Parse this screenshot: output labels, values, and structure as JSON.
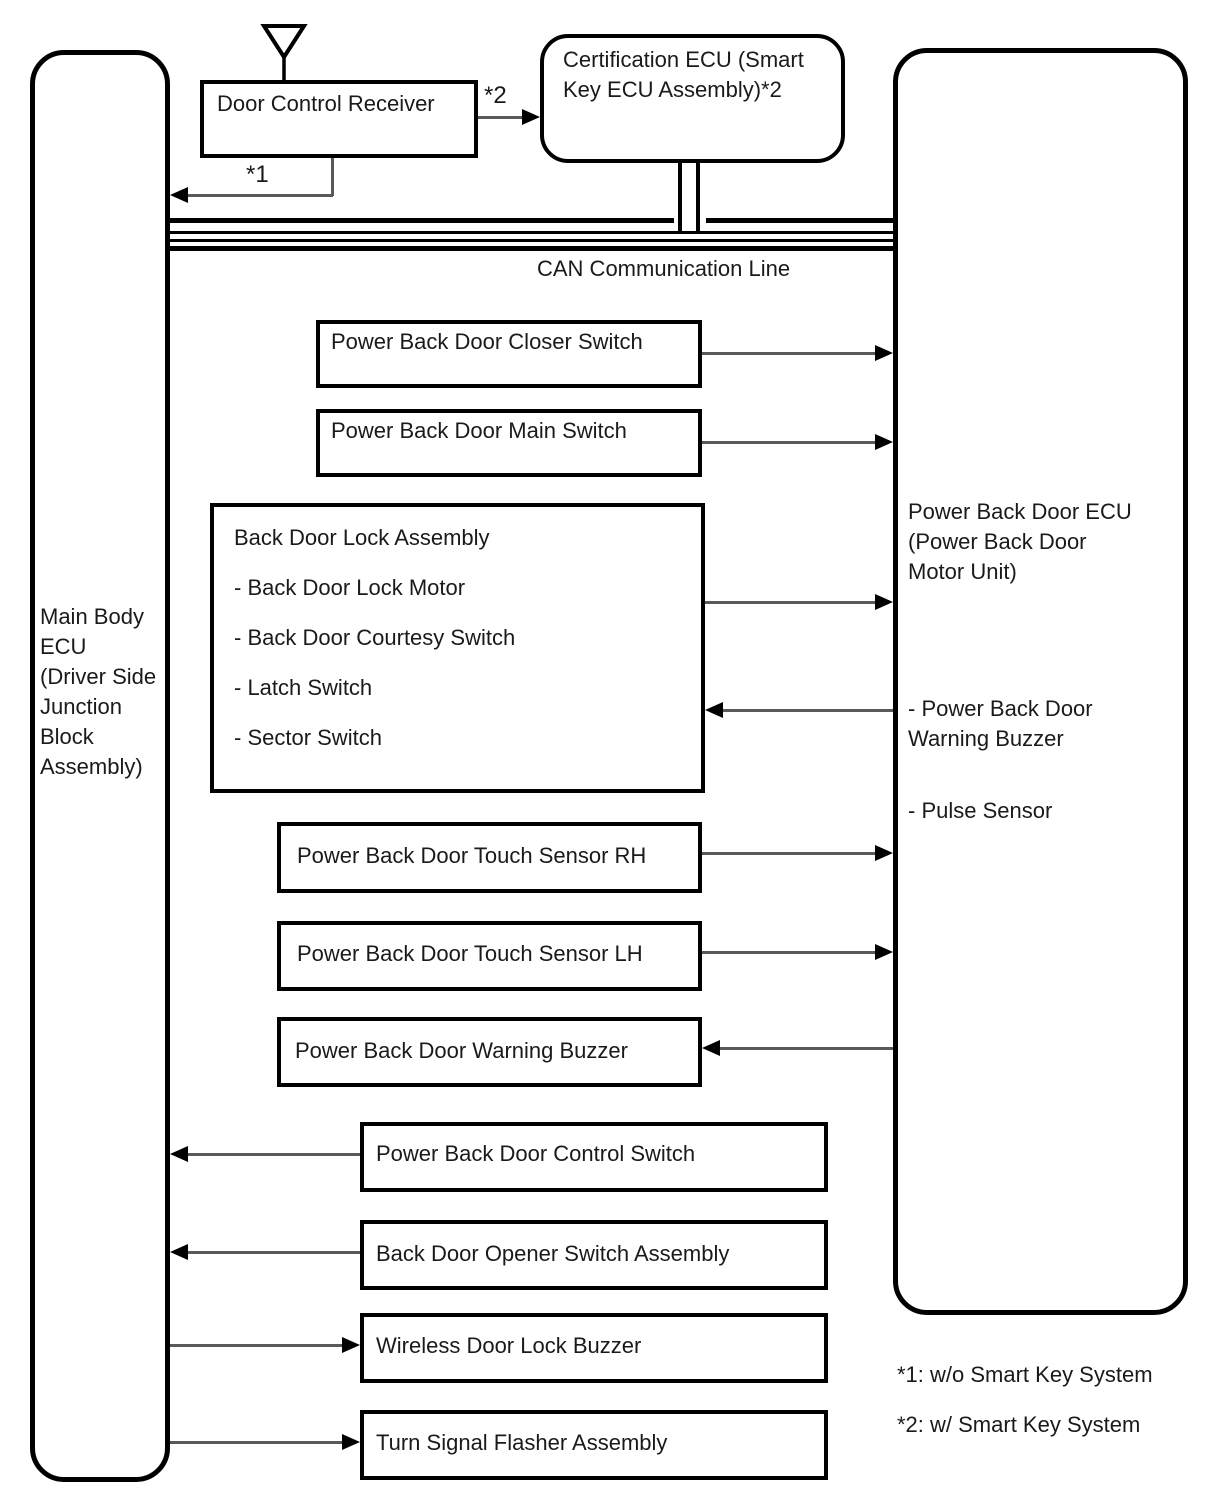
{
  "boxes": {
    "door_control_receiver": "Door Control Receiver",
    "certification_ecu_lines": [
      "Certification ECU (Smart",
      "Key ECU Assembly)*2"
    ],
    "main_body_ecu_lines": [
      "Main Body",
      "ECU",
      "(Driver Side",
      "Junction",
      "Block",
      "Assembly)"
    ],
    "pbd_ecu": {
      "title_lines": [
        "Power Back Door ECU",
        "(Power Back Door",
        "Motor Unit)"
      ],
      "item1_lines": [
        "- Power Back Door",
        "Warning Buzzer"
      ],
      "item2": "- Pulse Sensor"
    },
    "closer_switch": "Power Back Door Closer Switch",
    "main_switch": "Power Back Door Main Switch",
    "lock_assembly": {
      "title": "Back Door Lock Assembly",
      "items": [
        "- Back Door Lock Motor",
        "- Back Door Courtesy Switch",
        "- Latch Switch",
        "- Sector Switch"
      ]
    },
    "touch_rh": "Power Back Door Touch Sensor RH",
    "touch_lh": "Power Back Door Touch Sensor LH",
    "warning_buzzer": "Power Back Door Warning Buzzer",
    "control_switch": "Power Back Door Control Switch",
    "opener_switch": "Back Door Opener Switch Assembly",
    "wireless_buzzer": "Wireless Door Lock Buzzer",
    "turn_signal": "Turn Signal Flasher Assembly"
  },
  "can_bus": {
    "label": "CAN Communication Line"
  },
  "annotations": {
    "star1": "*1",
    "star2": "*2"
  },
  "legend": {
    "star1": "*1: w/o Smart Key System",
    "star2": "*2: w/ Smart Key System"
  },
  "colors": {
    "border": "#000000",
    "connector": "#58595b",
    "background": "#ffffff",
    "text": "#1a1a1a"
  }
}
